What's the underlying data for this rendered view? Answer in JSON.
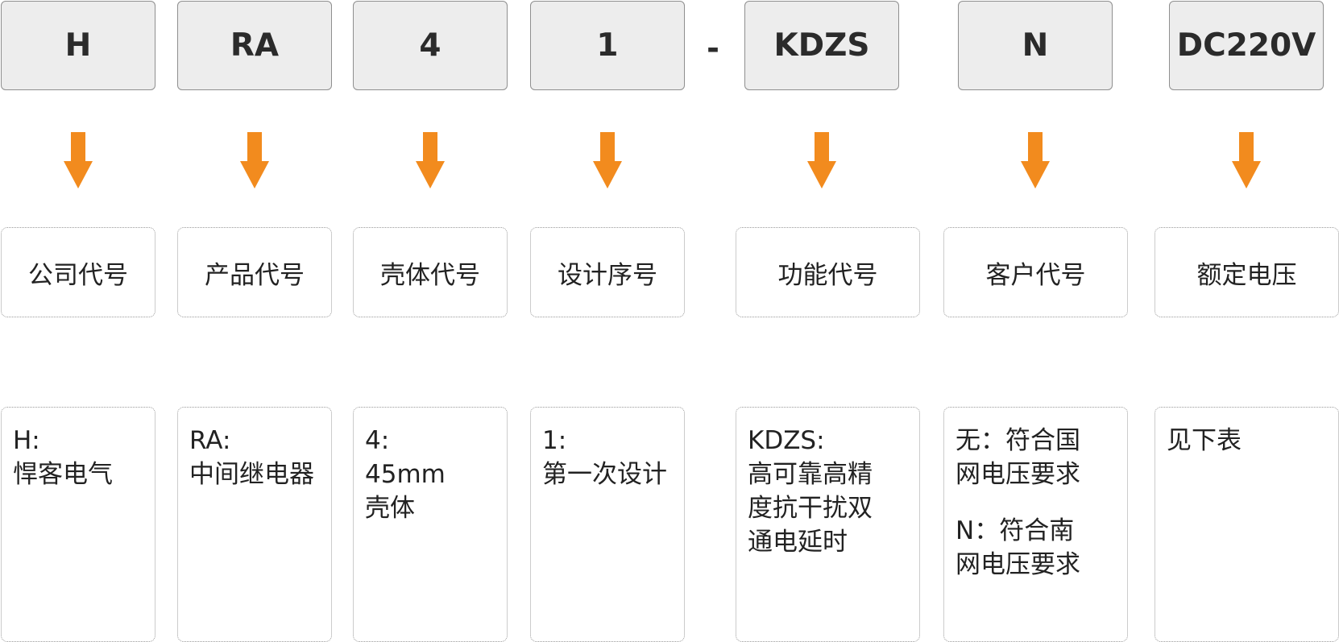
{
  "arrow_color": "#f28b1e",
  "separator": "-",
  "codes": [
    "H",
    "RA",
    "4",
    "1",
    "KDZS",
    "N",
    "DC220V"
  ],
  "labels": [
    "公司代号",
    "产品代号",
    "壳体代号",
    "设计序号",
    "功能代号",
    "客户代号",
    "额定电压"
  ],
  "descriptions": [
    [
      "H:",
      "悍客电气"
    ],
    [
      "RA:",
      "中间继电器"
    ],
    [
      "4:",
      "45mm",
      "壳体"
    ],
    [
      "1:",
      "第一次设计"
    ],
    [
      "KDZS:",
      "高可靠高精",
      "度抗干扰双",
      "通电延时"
    ],
    [
      "无：符合国",
      "网电压要求",
      "N：符合南",
      "网电压要求"
    ],
    [
      "见下表"
    ]
  ]
}
